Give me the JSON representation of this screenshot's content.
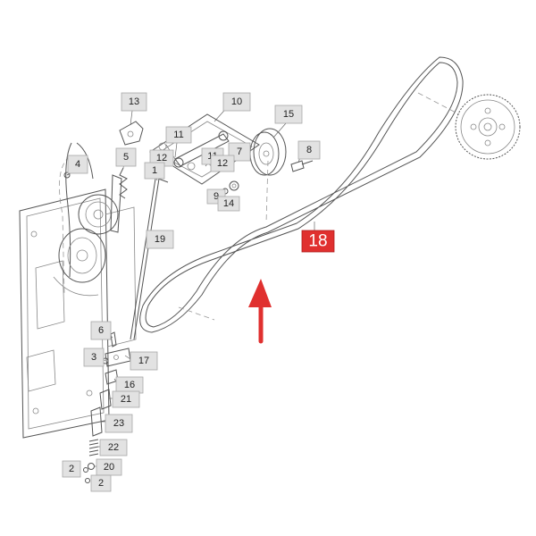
{
  "diagram": {
    "callouts": [
      {
        "id": "c1",
        "label": "1"
      },
      {
        "id": "c2a",
        "label": "2"
      },
      {
        "id": "c2b",
        "label": "2"
      },
      {
        "id": "c3",
        "label": "3"
      },
      {
        "id": "c4",
        "label": "4"
      },
      {
        "id": "c5",
        "label": "5"
      },
      {
        "id": "c6",
        "label": "6"
      },
      {
        "id": "c7",
        "label": "7"
      },
      {
        "id": "c8",
        "label": "8"
      },
      {
        "id": "c9",
        "label": "9"
      },
      {
        "id": "c10",
        "label": "10"
      },
      {
        "id": "c11a",
        "label": "11"
      },
      {
        "id": "c11b",
        "label": "11"
      },
      {
        "id": "c12a",
        "label": "12"
      },
      {
        "id": "c12b",
        "label": "12"
      },
      {
        "id": "c13",
        "label": "13"
      },
      {
        "id": "c14",
        "label": "14"
      },
      {
        "id": "c15",
        "label": "15"
      },
      {
        "id": "c16",
        "label": "16"
      },
      {
        "id": "c17",
        "label": "17"
      },
      {
        "id": "c19",
        "label": "19"
      },
      {
        "id": "c20",
        "label": "20"
      },
      {
        "id": "c21",
        "label": "21"
      },
      {
        "id": "c22",
        "label": "22"
      },
      {
        "id": "c23",
        "label": "23"
      }
    ],
    "highlighted": {
      "label": "18"
    },
    "arrow_color": "#e0302f",
    "highlight_color": "#e0302f"
  }
}
